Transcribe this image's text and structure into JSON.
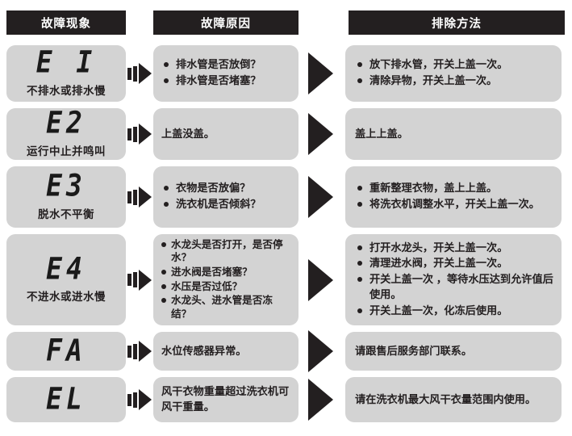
{
  "headers": [
    {
      "label": "故障现象"
    },
    {
      "label": "故障原因"
    },
    {
      "label": "排除方法"
    }
  ],
  "colors": {
    "header_bg": "#231f20",
    "header_text": "#ffffff",
    "cell_bg": "#d3d3d3",
    "text": "#231f20",
    "arrow": "#231f20"
  },
  "rows": [
    {
      "code": "E I",
      "subtitle": "不排水或排水慢",
      "causes": [
        "排水管是否放倒？",
        "排水管是否堵塞？"
      ],
      "solutions": [
        "放下排水管，开关上盖一次。",
        "清除异物，开关上盖一次。"
      ]
    },
    {
      "code": "E2",
      "subtitle": "运行中止并鸣叫",
      "causes": [
        "上盖没盖。"
      ],
      "solutions": [
        "盖上上盖。"
      ]
    },
    {
      "code": "E3",
      "subtitle": "脱水不平衡",
      "causes": [
        "衣物是否放偏？",
        "洗衣机是否倾斜？"
      ],
      "solutions": [
        "重新整理衣物，盖上上盖。",
        "将洗衣机调整水平，开关上盖一次。"
      ]
    },
    {
      "code": "E4",
      "subtitle": "不进水或进水慢",
      "causes": [
        "水龙头是否打开，是否停水？",
        "进水阀是否堵塞？",
        "水压是否过低？",
        "水龙头、进水管是否冻结？"
      ],
      "solutions": [
        "打开水龙头，开关上盖一次。",
        "清理进水阀，开关上盖一次。",
        "开关上盖一次 ，等待水压达到允许值后使用。",
        "开关上盖一次，化冻后使用。"
      ]
    },
    {
      "code": "FA",
      "subtitle": "",
      "causes": [
        "水位传感器异常。"
      ],
      "solutions": [
        "请跟售后服务部门联系。"
      ]
    },
    {
      "code": "EL",
      "subtitle": "",
      "causes": [
        "风干衣物重量超过洗衣机可风干重量。"
      ],
      "solutions": [
        "请在洗衣机最大风干衣量范围内使用。"
      ]
    }
  ]
}
